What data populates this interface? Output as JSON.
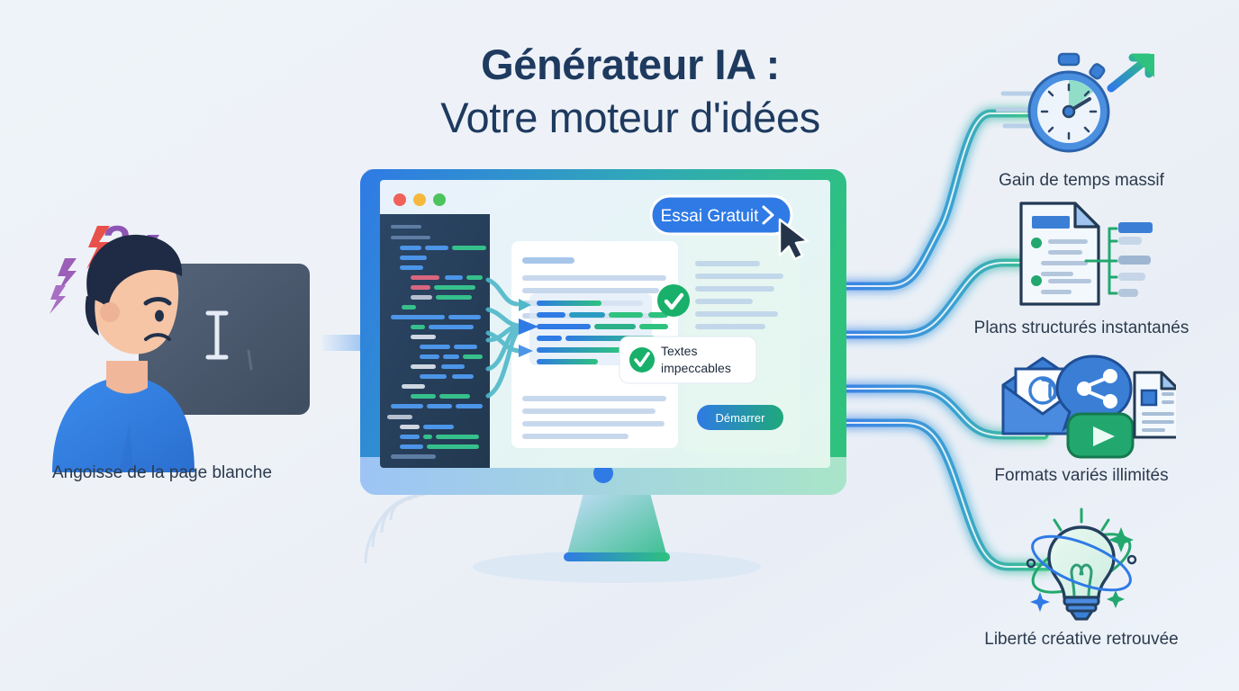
{
  "title": {
    "line1": "Générateur IA :",
    "line2": "Votre moteur d'idées",
    "color": "#1e3a5f"
  },
  "pain": {
    "caption": "Angoisse de la page blanche",
    "icon": "frustrated-person-blank-screen-icon",
    "symbols": [
      "question-mark",
      "lightning-bolt",
      "question-mark",
      "lightning-bolt"
    ],
    "screen_color": "#4c5a6e",
    "shirt_color": "#2f7fe0"
  },
  "flow": {
    "arrow_icon": "right-arrow-icon",
    "arrow_color": "#6ea8f0"
  },
  "monitor": {
    "window_dots": [
      "#f0615c",
      "#f5b83d",
      "#4cc45e"
    ],
    "cta_primary": {
      "label": "Essai Gratuit",
      "chevron": "chevron-right-icon",
      "bg": "#2f7ae5",
      "text": "#ffffff"
    },
    "cta_secondary": {
      "label": "Démarrer",
      "bg_from": "#2f7ae5",
      "bg_to": "#1fa97a",
      "text": "#ffffff"
    },
    "tooltip": {
      "line1": "Textes",
      "line2": "impeccables",
      "icon": "check-circle-icon",
      "icon_color": "#18b06a",
      "text_color": "#1d2b3a"
    },
    "badge_check": {
      "icon": "check-circle-icon",
      "color": "#18b06a"
    },
    "cursor_icon": "mouse-pointer-icon",
    "bezel_from": "#2f7ae5",
    "bezel_to": "#2ec27e",
    "code_panel_bg": "#27405e"
  },
  "benefits": [
    {
      "id": "gain-de-temps",
      "caption": "Gain de temps massif",
      "icon": "stopwatch-growth-arrow-icon",
      "accent": "#2f7ae5",
      "accent2": "#2ec27e"
    },
    {
      "id": "plans-structures",
      "caption": "Plans structurés instantanés",
      "icon": "structured-document-outline-icon",
      "accent": "#2f7ae5",
      "accent2": "#1fa97a"
    },
    {
      "id": "formats-varies",
      "caption": "Formats variés illimités",
      "icon": "multi-format-email-share-video-doc-icon",
      "accent": "#2f7ae5",
      "accent2": "#1fa97a"
    },
    {
      "id": "liberte-creative",
      "caption": "Liberté créative retrouvée",
      "icon": "lightbulb-idea-orbit-icon",
      "accent": "#2f7ae5",
      "accent2": "#2ec27e"
    }
  ],
  "theme": {
    "background": "#eef2f8",
    "blue": "#2f7ae5",
    "green": "#2ec27e",
    "navy": "#1e3a5f"
  }
}
